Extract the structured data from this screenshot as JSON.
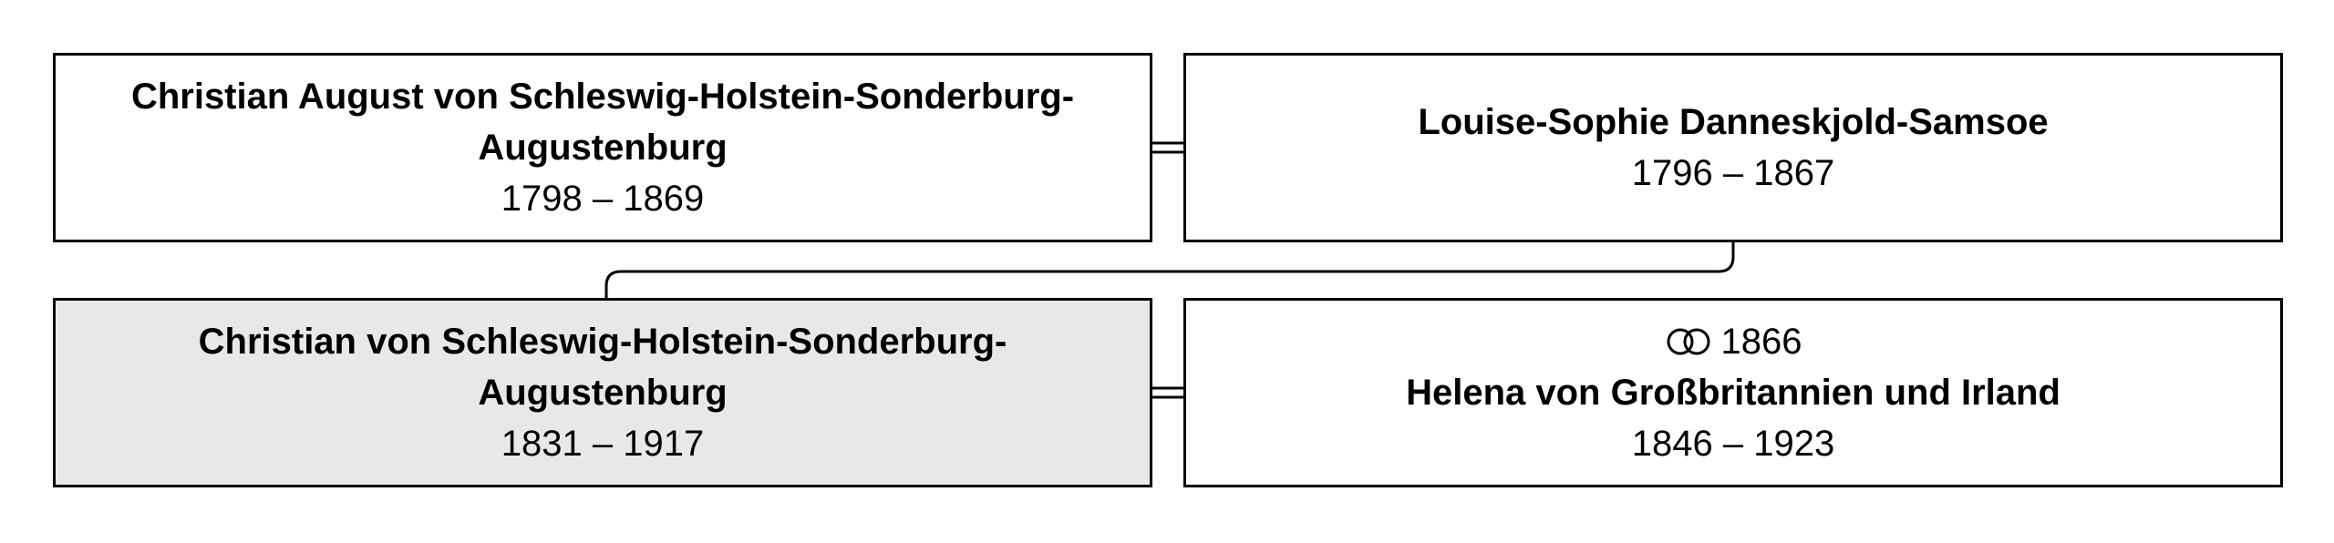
{
  "parents": {
    "father": {
      "name": "Christian August von Schleswig-Holstein-Sonderburg-Augustenburg",
      "dates": "1798 – 1869"
    },
    "mother": {
      "name": "Louise-Sophie Danneskjold-Samsoe",
      "dates": "1796 – 1867"
    }
  },
  "focus": {
    "name": "Christian von Schleswig-Holstein-Sonderburg-Augustenburg",
    "dates": "1831 – 1917"
  },
  "spouse": {
    "marriage_year": "1866",
    "name": "Helena von Großbritannien und Irland",
    "dates": "1846 – 1923"
  },
  "icons": {
    "marriage": "wedding-rings-icon"
  },
  "colors": {
    "highlight_background": "#e8e8e8",
    "border": "#000000"
  }
}
